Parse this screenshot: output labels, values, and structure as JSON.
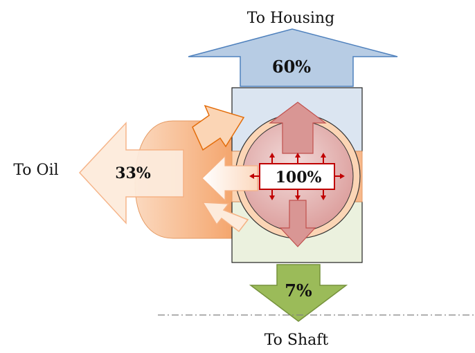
{
  "labels": {
    "housing": "To Housing",
    "oil": "To Oil",
    "shaft": "To Shaft"
  },
  "values": {
    "housing": "60%",
    "oil": "33%",
    "shaft": "7%",
    "source": "100%"
  },
  "colors": {
    "housing_arrow_fill": "#b7cce4",
    "housing_arrow_stroke": "#4f81bd",
    "housing_block": "#dbe5f1",
    "shaft_block": "#ebf1de",
    "shaft_arrow_fill": "#9bbb59",
    "shaft_arrow_stroke": "#76923c",
    "oil_arrow_stroke": "#f5b183",
    "oil_arrow_fill": "#fde9d9",
    "oil_blob": "#f8c7a2",
    "bearing_fill": "#e6b8b7",
    "bearing_arrow": "#d99694",
    "source_arrow": "#c00000",
    "dashdot_line": "#7f7f7f"
  }
}
